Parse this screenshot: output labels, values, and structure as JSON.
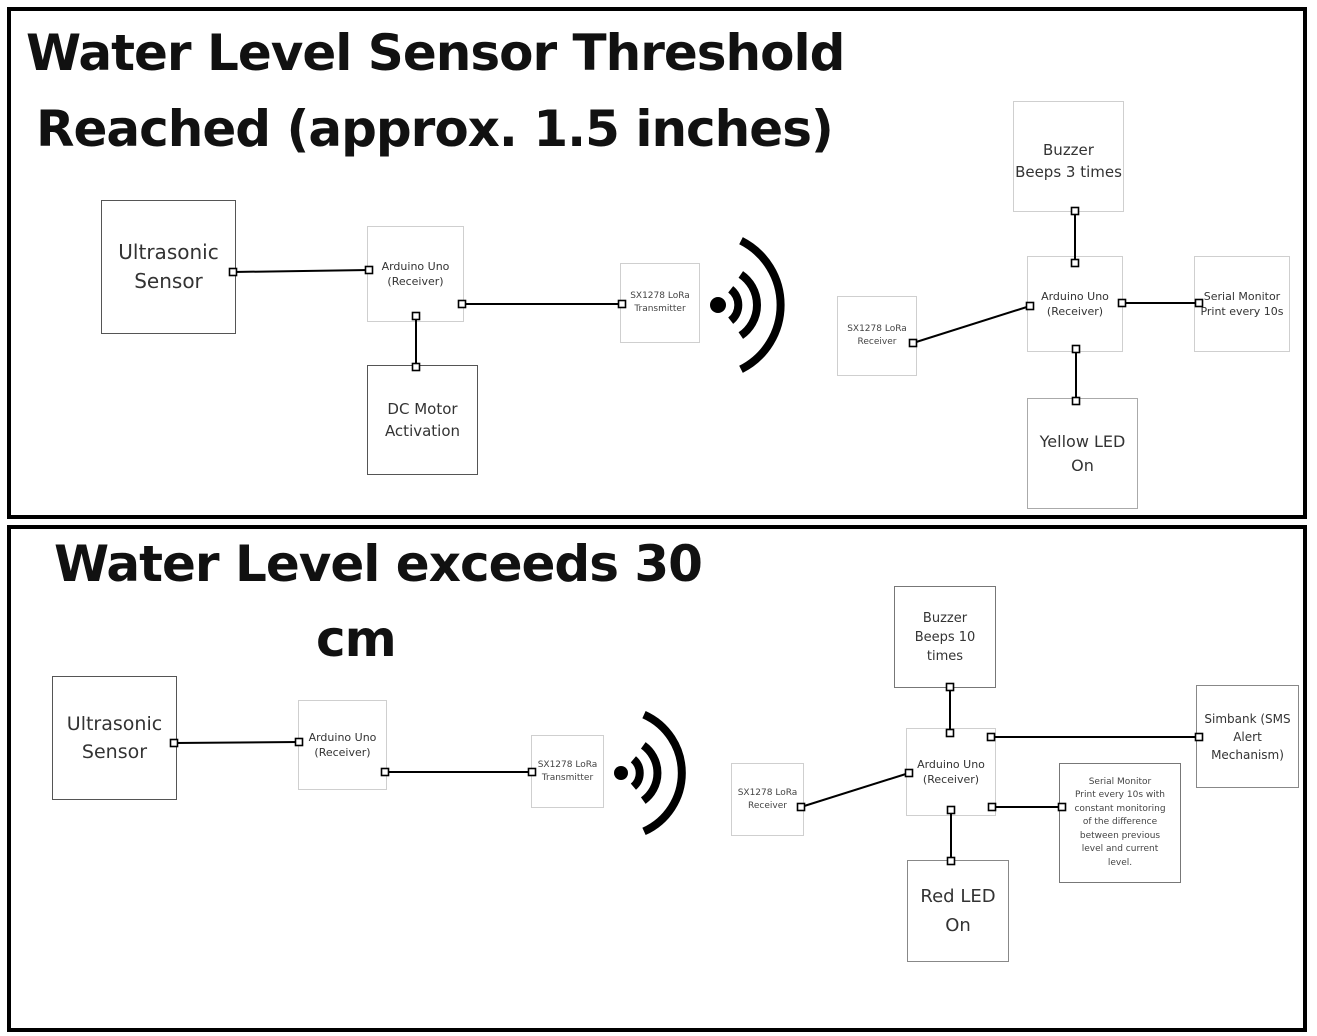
{
  "panels": [
    {
      "title_line1": "Water Level Sensor Threshold",
      "title_line2": "Reached (approx. 1.5 inches)",
      "ultrasonic": "Ultrasonic\nSensor",
      "arduino_tx": "Arduino Uno\n(Receiver)",
      "dc_motor": "DC Motor\nActivation",
      "lora_tx": "SX1278 LoRa\nTransmitter",
      "lora_rx": "SX1278 LoRa\nReceiver",
      "arduino_rx": "Arduino Uno\n(Receiver)",
      "buzzer": "Buzzer\nBeeps 3 times",
      "serial_monitor": "Serial Monitor\nPrint every 10s",
      "led": "Yellow LED\nOn"
    },
    {
      "title_line1": "Water Level exceeds 30",
      "title_line2": "cm",
      "ultrasonic": "Ultrasonic\nSensor",
      "arduino_tx": "Arduino Uno\n(Receiver)",
      "lora_tx": "SX1278 LoRa\nTransmitter",
      "lora_rx": "SX1278 LoRa\nReceiver",
      "arduino_rx": "Arduino Uno\n(Receiver)",
      "buzzer": "Buzzer\nBeeps 10 times",
      "simbank": "Simbank (SMS\nAlert\nMechanism)",
      "serial_monitor": "Serial Monitor\nPrint every 10s with\nconstant monitoring\nof the difference\nbetween previous\nlevel and current\nlevel.",
      "led": "Red LED\nOn"
    }
  ]
}
